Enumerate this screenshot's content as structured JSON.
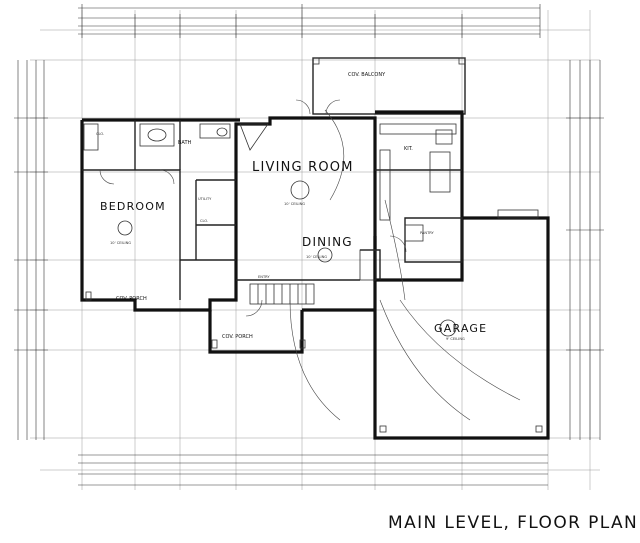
{
  "title": "MAIN LEVEL, FLOOR PLAN",
  "rooms": {
    "living_room": {
      "name": "LIVING ROOM",
      "ceiling": "10' CEILING"
    },
    "dining": {
      "name": "DINING",
      "ceiling": "10' CEILING"
    },
    "bedroom": {
      "name": "BEDROOM",
      "ceiling": "10' CEILING"
    },
    "garage": {
      "name": "GARAGE",
      "ceiling": "9' CEILING"
    },
    "kitchen": {
      "name": "KIT."
    },
    "bath": {
      "name": "BATH"
    },
    "closet": {
      "name": "CLO."
    },
    "closet2": {
      "name": "CLO."
    },
    "covered_porch": {
      "name": "COV. PORCH"
    },
    "covered_porch_front": {
      "name": "COV. PORCH"
    },
    "covered_balcony": {
      "name": "COV. BALCONY"
    },
    "utility": {
      "name": "UTILITY"
    },
    "pantry": {
      "name": "PANTRY"
    },
    "entry": {
      "name": "ENTRY"
    }
  }
}
